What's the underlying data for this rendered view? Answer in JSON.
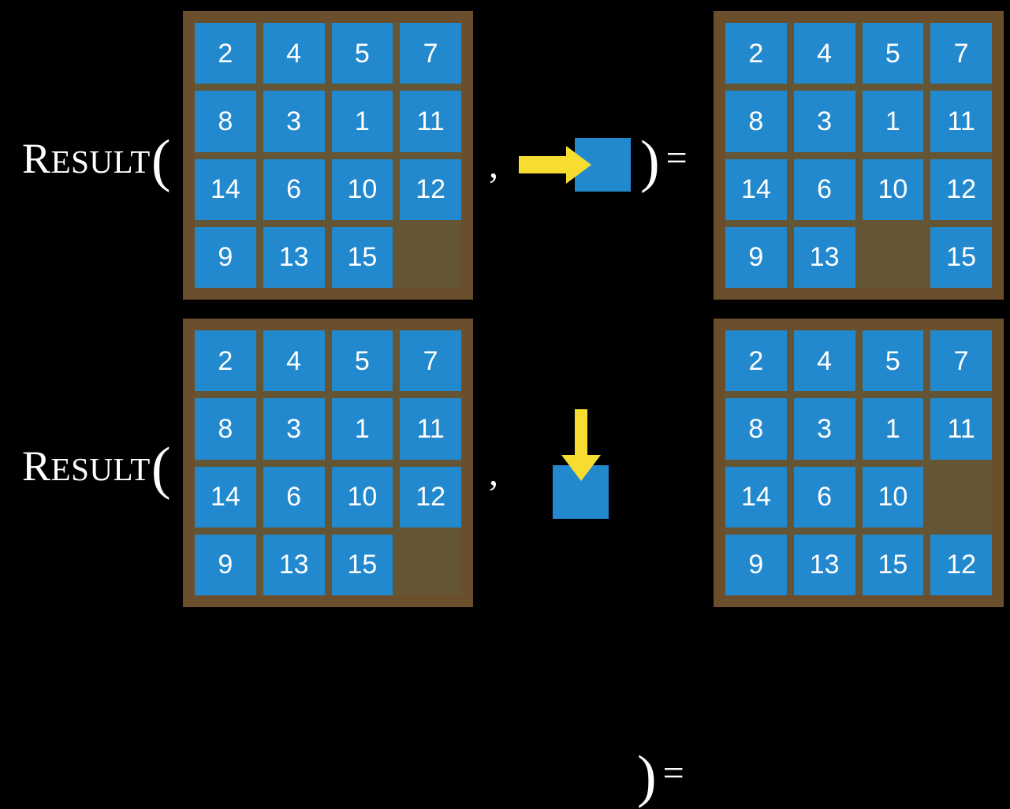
{
  "background_color": "#000000",
  "colors": {
    "tile": "#2289ce",
    "board_frame": "#6b4f2c",
    "board_interior": "#645634",
    "arrow": "#f7dd30",
    "text": "#ffffff"
  },
  "rows": [
    {
      "id": "row-top",
      "label": {
        "cap": "R",
        "small_caps": "ESULT",
        "open_paren": "("
      },
      "comma": ",",
      "close_paren": ")",
      "equals": "=",
      "action": {
        "name": "move-blank-right",
        "arrow_direction": "right",
        "arrow_glyph": "→",
        "square_label": ""
      },
      "input_board": {
        "name": "input-board-top",
        "rows": 4,
        "cols": 4,
        "blank_label": "",
        "tiles": [
          [
            "2",
            "4",
            "5",
            "7"
          ],
          [
            "8",
            "3",
            "1",
            "11"
          ],
          [
            "14",
            "6",
            "10",
            "12"
          ],
          [
            "9",
            "13",
            "15",
            ""
          ]
        ]
      },
      "output_board": {
        "name": "output-board-top",
        "rows": 4,
        "cols": 4,
        "blank_label": "",
        "tiles": [
          [
            "2",
            "4",
            "5",
            "7"
          ],
          [
            "8",
            "3",
            "1",
            "11"
          ],
          [
            "14",
            "6",
            "10",
            "12"
          ],
          [
            "9",
            "13",
            "",
            "15"
          ]
        ]
      }
    },
    {
      "id": "row-bottom",
      "label": {
        "cap": "R",
        "small_caps": "ESULT",
        "open_paren": "("
      },
      "comma": ",",
      "close_paren": ")",
      "equals": "=",
      "action": {
        "name": "move-blank-down",
        "arrow_direction": "down",
        "arrow_glyph": "↓",
        "square_label": ""
      },
      "input_board": {
        "name": "input-board-bottom",
        "rows": 4,
        "cols": 4,
        "blank_label": "",
        "tiles": [
          [
            "2",
            "4",
            "5",
            "7"
          ],
          [
            "8",
            "3",
            "1",
            "11"
          ],
          [
            "14",
            "6",
            "10",
            "12"
          ],
          [
            "9",
            "13",
            "15",
            ""
          ]
        ]
      },
      "output_board": {
        "name": "output-board-bottom",
        "rows": 4,
        "cols": 4,
        "blank_label": "",
        "tiles": [
          [
            "2",
            "4",
            "5",
            "7"
          ],
          [
            "8",
            "3",
            "1",
            "11"
          ],
          [
            "14",
            "6",
            "10",
            ""
          ],
          [
            "9",
            "13",
            "15",
            "12"
          ]
        ]
      }
    }
  ]
}
